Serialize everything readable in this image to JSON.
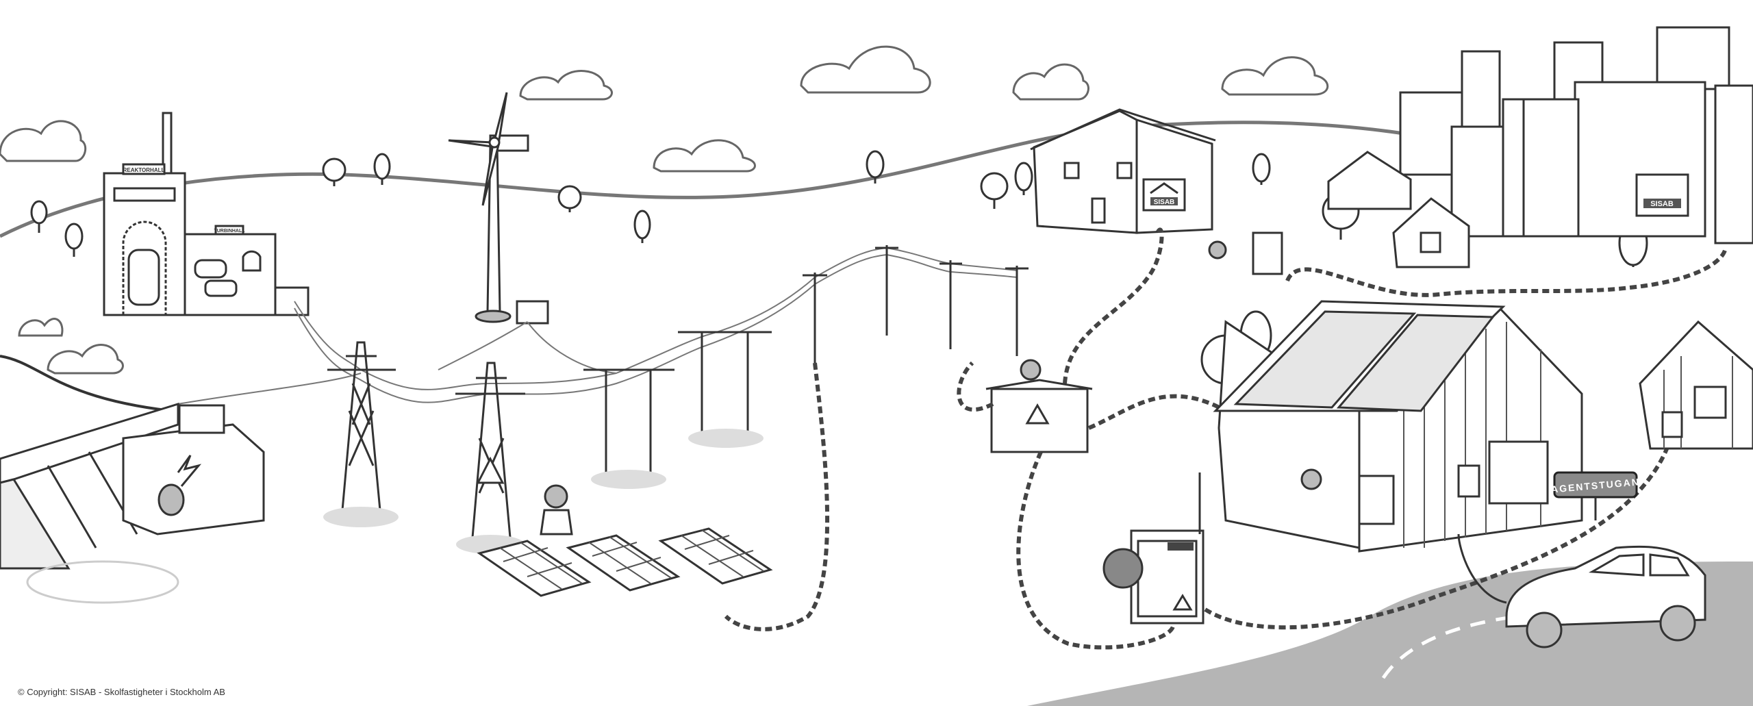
{
  "copyright": "© Copyright: SISAB - Skolfastigheter i Stockholm AB",
  "signs": {
    "reactor_hall": "REAKTORHALL",
    "turbine_hall": "TURBINHALL",
    "house_logo": "SISAB",
    "city_logo": "SISAB",
    "cottage_sign": "AGENTSTUGAN"
  },
  "colors": {
    "line": "#333333",
    "road": "#b5b5b5",
    "sign_bg": "#8a8a8a"
  }
}
